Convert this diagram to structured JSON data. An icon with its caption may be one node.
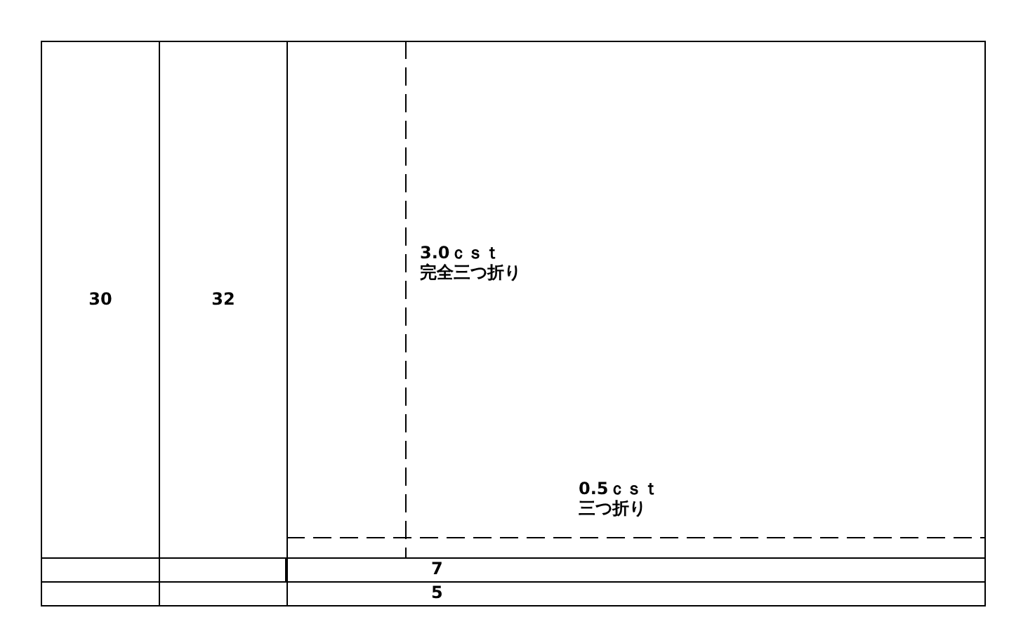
{
  "diagram": {
    "nodes": [
      {
        "text": [
          "30"
        ]
      },
      {
        "text": [
          "32"
        ]
      },
      {
        "text": [
          "3.0ｃｓｔ",
          "完全三つ折り",
          "0.5ｃｓｔ",
          "三つ折り"
        ]
      },
      {
        "text": [],
        "shape": "box"
      },
      {
        "text": [],
        "shape": "box"
      },
      {
        "text": [
          "7"
        ]
      },
      {
        "text": [],
        "shape": "box"
      },
      {
        "text": [],
        "shape": "box"
      },
      {
        "text": [
          "5"
        ]
      }
    ]
  }
}
